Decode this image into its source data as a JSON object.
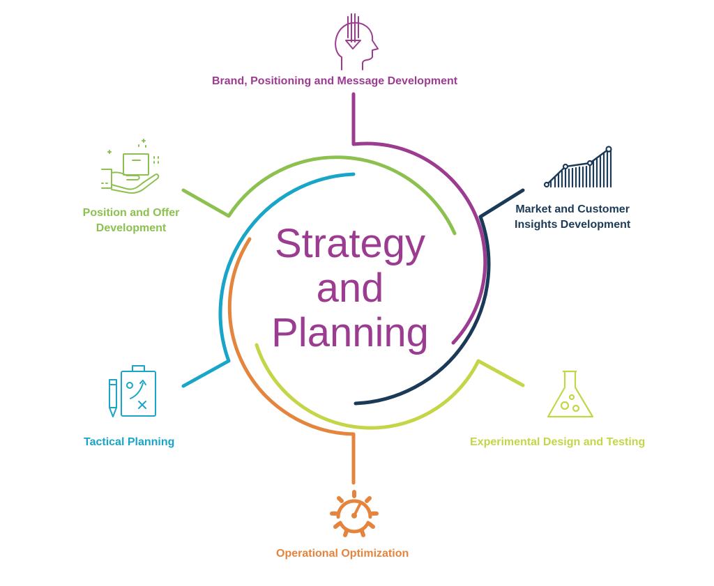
{
  "colors": {
    "purple": "#9b3c91",
    "green": "#8cc04f",
    "navy": "#1b3a57",
    "teal": "#18a5c8",
    "lime": "#c4d648",
    "orange": "#e5843d",
    "center_text": "#9b3c91"
  },
  "center": {
    "line1": "Strategy",
    "line2": "and",
    "line3": "Planning"
  },
  "segments": [
    {
      "id": "brand",
      "label": "Brand, Positioning and Message Development",
      "color": "#9b3c91",
      "icon": "head-download-icon"
    },
    {
      "id": "market",
      "label_lines": [
        "Market and Customer",
        "Insights Development"
      ],
      "color": "#1b3a57",
      "icon": "rising-chart-icon"
    },
    {
      "id": "experimental",
      "label": "Experimental Design and Testing",
      "color": "#c4d648",
      "icon": "flask-icon"
    },
    {
      "id": "operational",
      "label": "Operational Optimization",
      "color": "#e5843d",
      "icon": "gauge-gear-icon"
    },
    {
      "id": "tactical",
      "label": "Tactical Planning",
      "color": "#18a5c8",
      "icon": "clipboard-play-icon"
    },
    {
      "id": "position",
      "label_lines": [
        "Position and Offer",
        "Development"
      ],
      "color": "#8cc04f",
      "icon": "hand-box-icon"
    }
  ]
}
